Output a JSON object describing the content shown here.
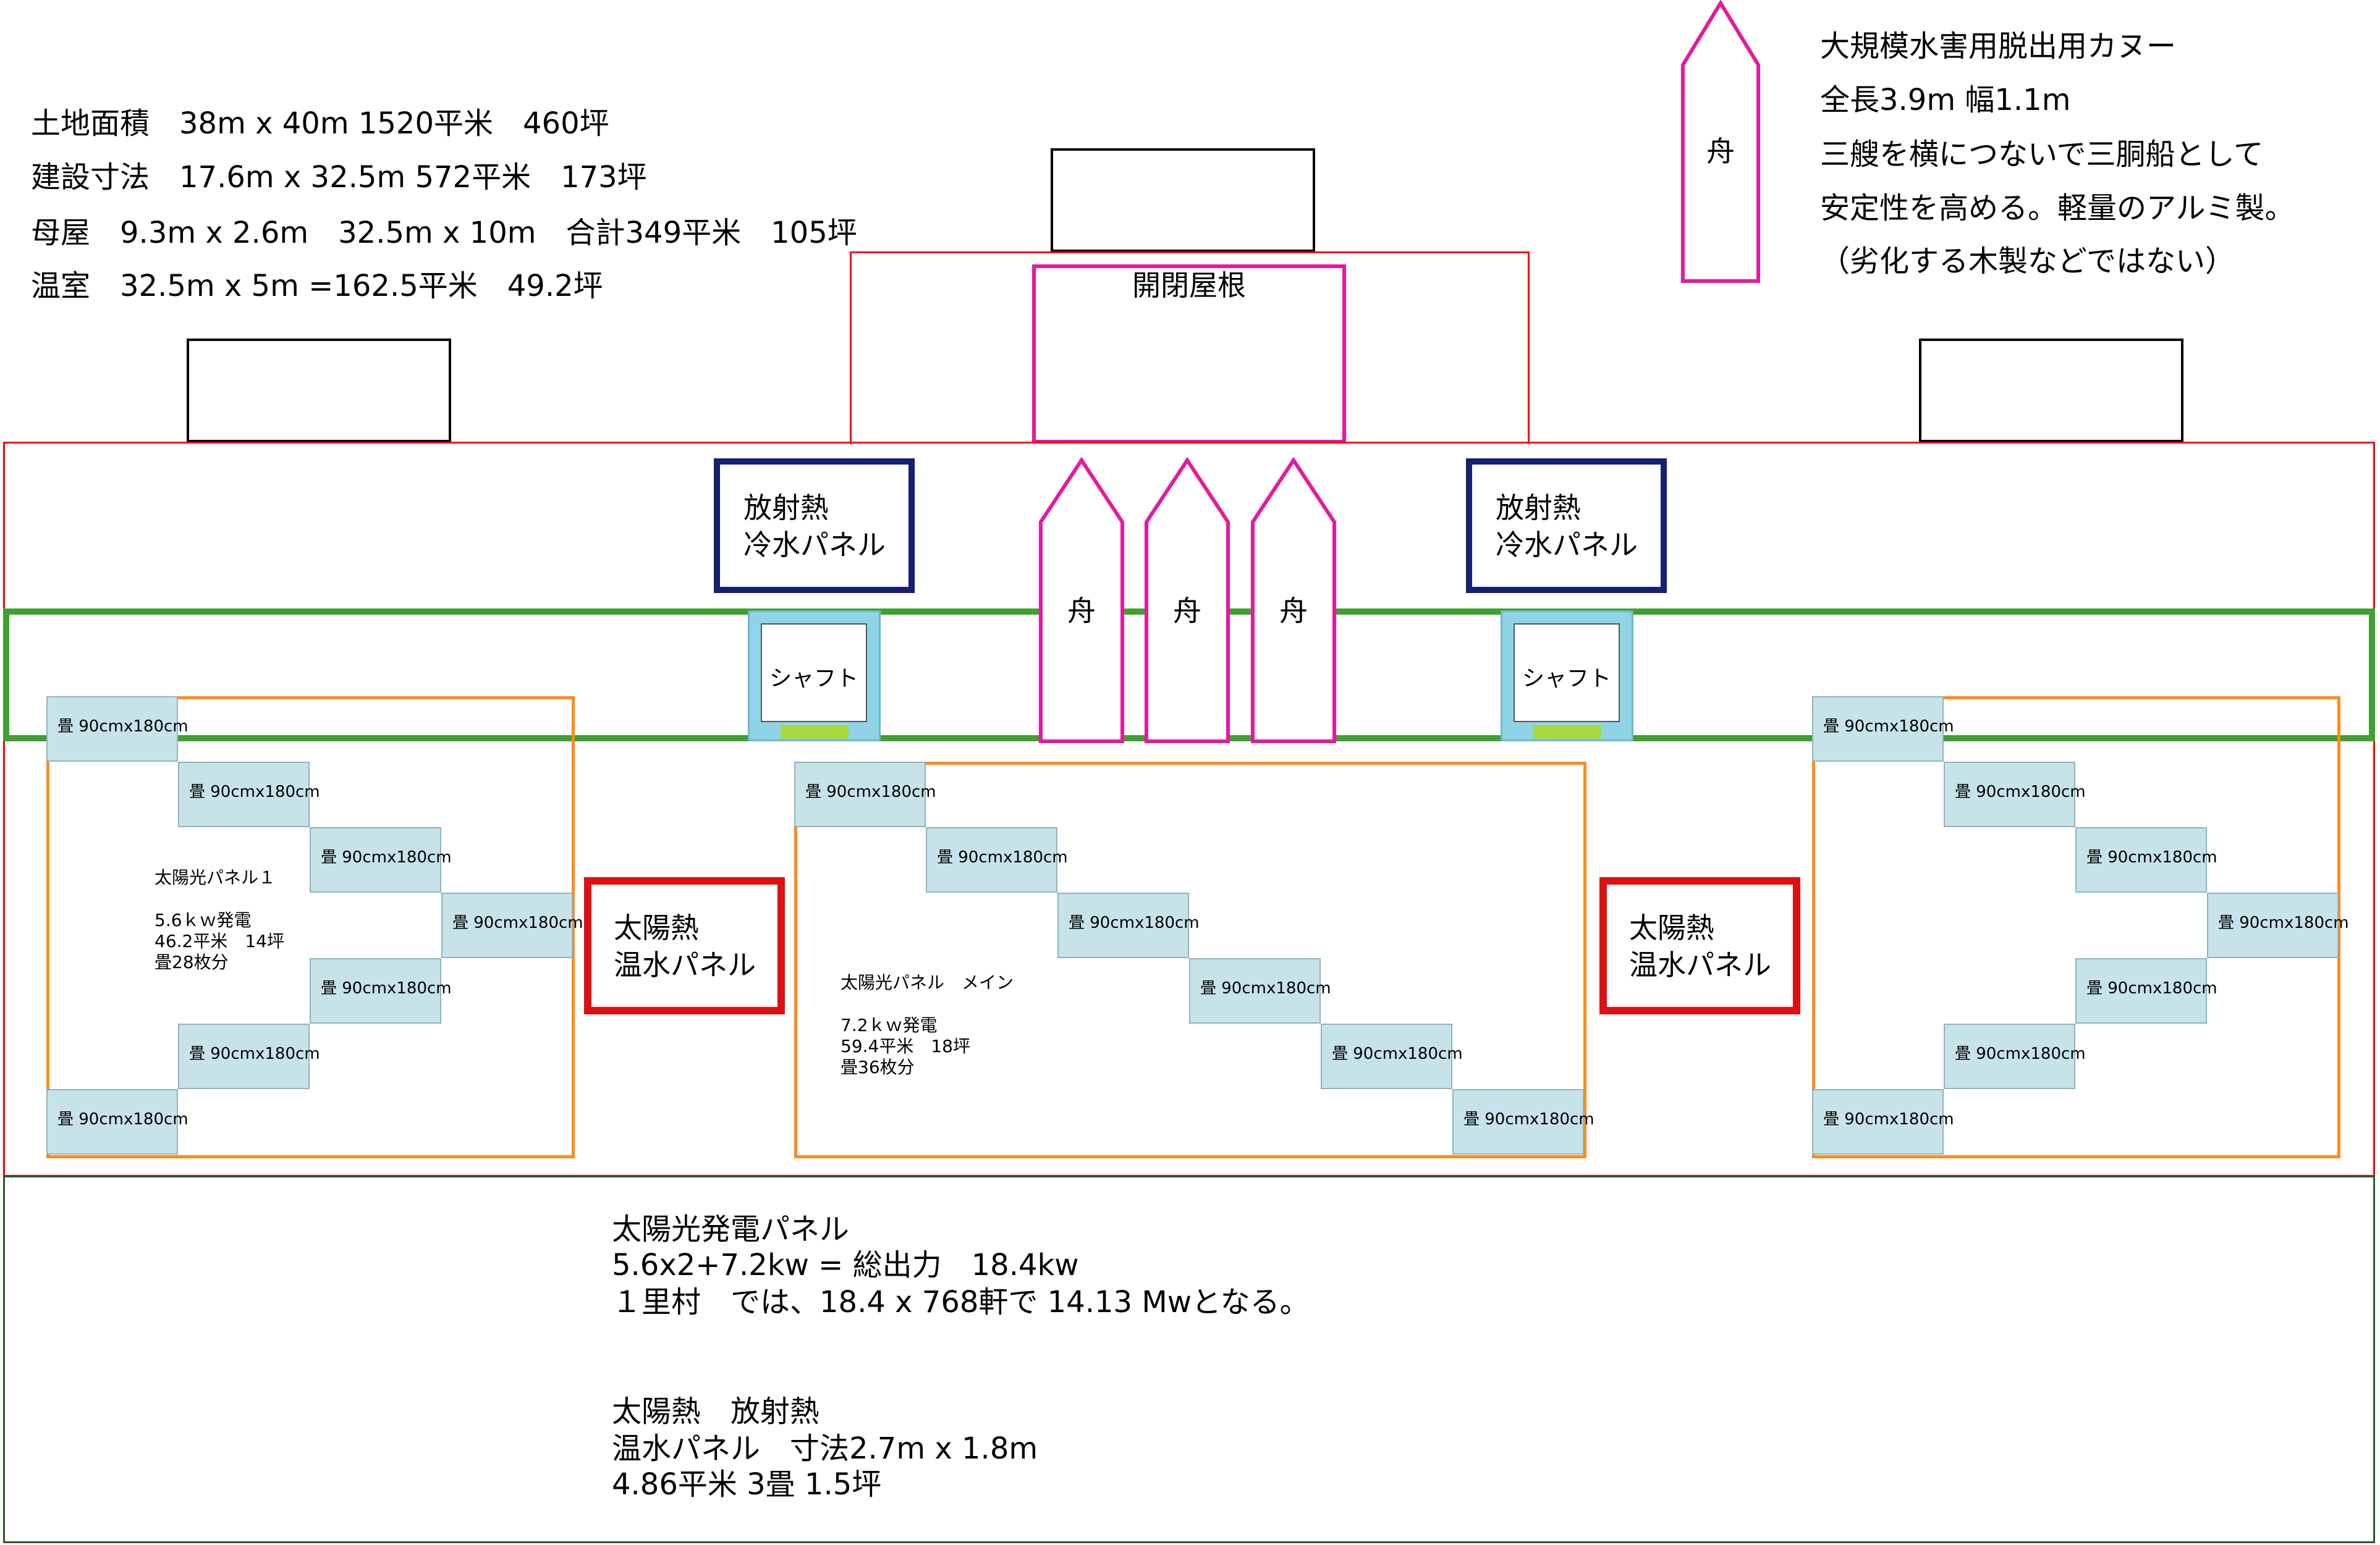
{
  "colors": {
    "red_outline": "#ff0000",
    "green_band": "#3ea130",
    "orange": "#ff8c1a",
    "pink": "#e6199e",
    "navy": "#142070",
    "crimson": "#dd1111",
    "mat_fill": "#c7e3ea",
    "shaft_fill": "#8fd3e6",
    "dark_green_outline": "#1f5e2a"
  },
  "site_info": {
    "line1": "土地面積　38m x 40m 1520平米　460坪",
    "line2": "建設寸法　17.6m x 32.5m 572平米　173坪",
    "line3": "母屋　9.3m x 2.6m　32.5m x 10m　合計349平米　105坪",
    "line4": "温室　32.5m x 5m =162.5平米　49.2坪"
  },
  "canoe_info": {
    "line1": "大規模水害用脱出用カヌー",
    "line2": "全長3.9m 幅1.1m",
    "line3": "三艘を横につないで三胴船として",
    "line4": "安定性を高める。軽量のアルミ製。",
    "line5": "（劣化する木製などではない）"
  },
  "canoe_label": "舟",
  "roof_label": "開閉屋根",
  "cold_panel": {
    "line1": "放射熱",
    "line2": "冷水パネル"
  },
  "hot_panel": {
    "line1": "太陽熱",
    "line2": "温水パネル"
  },
  "shaft_label": "シャフト",
  "mat_label": "畳 90cmx180cm",
  "solar_panel_1": {
    "title": "太陽光パネル１",
    "line1": "5.6ｋｗ発電",
    "line2": "46.2平米　14坪",
    "line3": "畳28枚分"
  },
  "solar_panel_main": {
    "title": "太陽光パネル　メイン",
    "line1": "7.2ｋｗ発電",
    "line2": "59.4平米　18坪",
    "line3": "畳36枚分"
  },
  "bottom_notes": {
    "pv_title": "太陽光発電パネル",
    "pv_line1": "5.6x2+7.2kw = 総出力　18.4kw",
    "pv_line2": "１里村　では、18.4 x 768軒で 14.13 Mwとなる。",
    "thermal_title": "太陽熱　放射熱",
    "thermal_line1": "温水パネル　寸法2.7m x 1.8m",
    "thermal_line2": "4.86平米 3畳 1.5坪"
  }
}
